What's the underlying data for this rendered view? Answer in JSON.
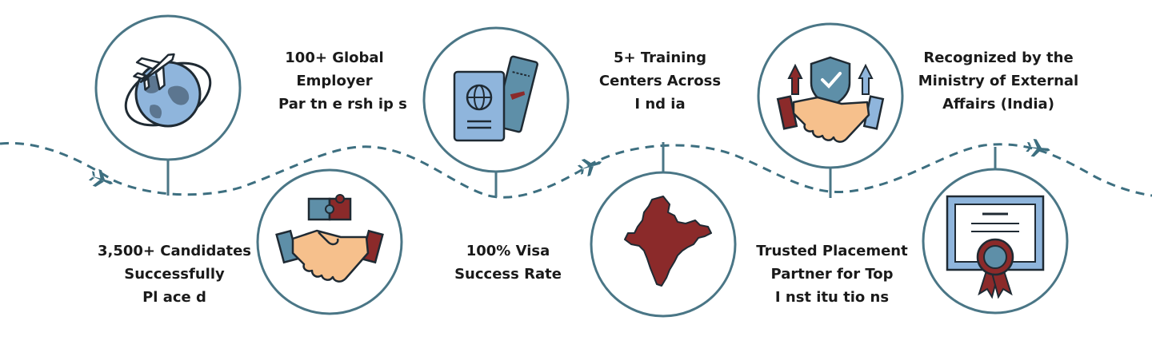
{
  "milestones": [
    {
      "id": "global-partnerships",
      "icon": "globe-airplane-icon",
      "lines": [
        "100+ Global",
        "Employer",
        "Par tn e rsh ip s"
      ]
    },
    {
      "id": "candidates-placed",
      "icon": "handshake-puzzle-icon",
      "lines": [
        "3,500+ Candidates",
        "Successfully",
        "Pl ace d"
      ]
    },
    {
      "id": "visa-success",
      "icon": "passport-ticket-icon",
      "lines": [
        "100% Visa",
        "Success Rate"
      ]
    },
    {
      "id": "training-centers",
      "icon": "india-map-icon",
      "lines": [
        "5+ Training",
        "Centers Across",
        "I nd ia"
      ]
    },
    {
      "id": "trusted-partner",
      "icon": "shield-handshake-icon",
      "lines": [
        "Trusted Placement",
        "Partner for Top",
        "I nst itu tio ns"
      ]
    },
    {
      "id": "mea-recognition",
      "icon": "certificate-icon",
      "lines": [
        "Recognized by the",
        "Ministry of External",
        "Affairs (India)"
      ]
    }
  ],
  "colors": {
    "accent": "#3d6f80",
    "circle_stroke": "#4a7686",
    "globe_blue": "#8fb5dc",
    "map_red": "#8b2a2a",
    "skin": "#f6c08c",
    "outline": "#1f2a33"
  }
}
